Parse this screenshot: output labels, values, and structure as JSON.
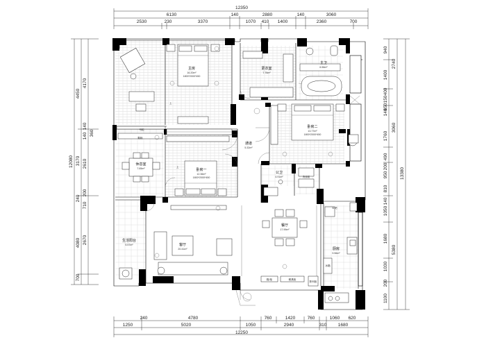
{
  "dimensions": {
    "top_total": "12350",
    "top_row1": [
      "6130",
      "140",
      "2880",
      "140",
      "3060"
    ],
    "top_row2": [
      "2530",
      "230",
      "3370",
      "1070",
      "410",
      "1400",
      "2360",
      "700"
    ],
    "bottom_row1": [
      "240",
      "4780",
      "760",
      "1420",
      "760",
      "1060",
      "620"
    ],
    "bottom_row2": [
      "1250",
      "5020",
      "1050",
      "2940",
      "310",
      "1680"
    ],
    "bottom_total": "12250",
    "left_outer": [
      "4450",
      "12080",
      "3170",
      "240",
      "4080",
      "700"
    ],
    "left_inner": [
      "4170",
      "140",
      "360",
      "140",
      "2610",
      "200",
      "710",
      "2670"
    ],
    "right_inner": [
      "940",
      "1400",
      "400",
      "650",
      "150",
      "140",
      "1760",
      "490",
      "200",
      "950",
      "810",
      "140",
      "1050",
      "1680",
      "1030",
      "200",
      "1100"
    ],
    "right_outer": [
      "2740",
      "3060",
      "13380",
      "5380"
    ]
  },
  "rooms": {
    "master_bedroom": {
      "name": "主房",
      "area": "16.20m²",
      "bed": "1800*2000*450"
    },
    "cloakroom": {
      "name": "更衣室",
      "area": "7.76m²"
    },
    "master_bath": {
      "name": "主卫",
      "area": "6.56m²"
    },
    "bedroom2": {
      "name": "卧房二",
      "area": "13.77m²",
      "bed": "1800*2000*450"
    },
    "corridor": {
      "name": "通道",
      "area": "5.32m²"
    },
    "public_bath": {
      "name": "公卫",
      "area": "4.91m²"
    },
    "laundry": {
      "name": "洗衣柜"
    },
    "bedroom1": {
      "name": "卧房一",
      "area": "12.36m²",
      "bed": "1800*2000*450"
    },
    "leisure": {
      "name": "休息室",
      "area": "7.65m²"
    },
    "balcony": {
      "name": "生活阳台",
      "area": "5.57m²"
    },
    "living": {
      "name": "客厅",
      "area": "20.41m²"
    },
    "dining": {
      "name": "餐厅",
      "area": "17.99m²"
    },
    "kitchen": {
      "name": "厨房",
      "area": "9.56m²"
    }
  },
  "labels": {
    "up_left": "上",
    "up_bedroom1": "上",
    "bookshelf": "书柜",
    "shoe_cabinet": "鞋柜",
    "bar": "B 吧",
    "entry_cabinet": "鞋/柜",
    "dining_cabinet": "餐具柜",
    "display_cabinet": "陈列柜",
    "fridge": "冰箱"
  }
}
